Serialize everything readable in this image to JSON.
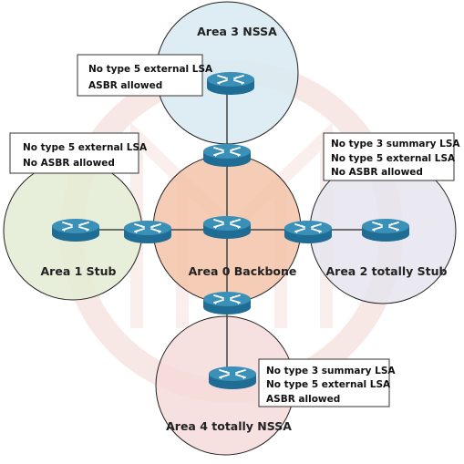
{
  "areas": {
    "area0": {
      "label": "Area 0 Backbone",
      "fill": "#f3c1a4"
    },
    "area1": {
      "label": "Area 1 Stub",
      "fill": "#e3ecd3"
    },
    "area2": {
      "label": "Area 2 totally Stub",
      "fill": "#e6e4ef"
    },
    "area3": {
      "label": "Area 3 NSSA",
      "fill": "#d8eaf2"
    },
    "area4": {
      "label": "Area 4 totally NSSA",
      "fill": "#f6dada"
    }
  },
  "notes": {
    "area3": [
      "No type 5 external LSA",
      "ASBR allowed"
    ],
    "area1": [
      "No type 5 external LSA",
      "No ASBR allowed"
    ],
    "area2": [
      "No type 3 summary LSA",
      "No type 5 external LSA",
      "No ASBR allowed"
    ],
    "area4": [
      "No type 3 summary LSA",
      "No type 5 external LSA",
      "ASBR allowed"
    ]
  },
  "router_icon": "router-icon",
  "colors": {
    "router_top": "#3b90b8",
    "router_side": "#1f6d94",
    "link": "#444444",
    "watermark": "#f4d6d0"
  }
}
